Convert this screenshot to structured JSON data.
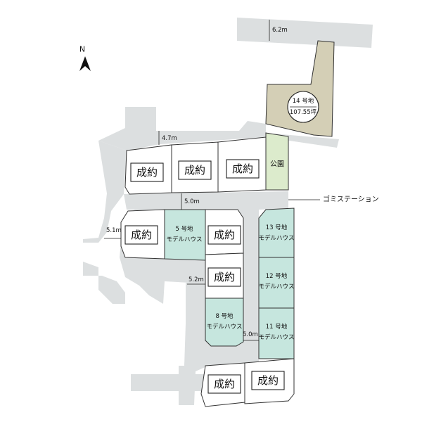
{
  "compass": {
    "label": "N"
  },
  "sold_label": "成約",
  "sold_lots": [
    {
      "label": "成約"
    },
    {
      "label": "成約"
    },
    {
      "label": "成約"
    },
    {
      "label": "成約"
    },
    {
      "label": "成約"
    },
    {
      "label": "成約"
    },
    {
      "label": "成約"
    },
    {
      "label": "成約"
    }
  ],
  "lot14": {
    "number": "14 号地",
    "area": "107.55坪"
  },
  "park": {
    "label": "公園"
  },
  "model_houses": [
    {
      "number": "5 号地",
      "type": "モデルハウス"
    },
    {
      "number": "13 号地",
      "type": "モデルハウス"
    },
    {
      "number": "12 号地",
      "type": "モデルハウス"
    },
    {
      "number": "8 号地",
      "type": "モデルハウス"
    },
    {
      "number": "11 号地",
      "type": "モデルハウス"
    }
  ],
  "garbage_station": "ゴミステーション",
  "road_widths": [
    "6.2m",
    "4.7m",
    "5.0m",
    "5.1m",
    "5.2m",
    "5.0m"
  ],
  "colors": {
    "road": "#dcdfe0",
    "model_house": "#c6e6de",
    "lot14": "#d4cfb6",
    "park": "#dcebcc"
  }
}
